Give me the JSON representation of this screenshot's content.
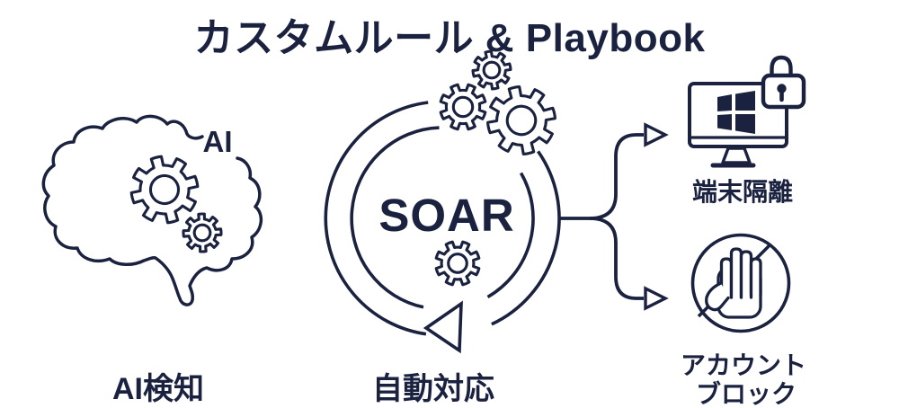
{
  "title": "カスタムルール & Playbook",
  "palette": {
    "ink": "#1a2240",
    "bg": "#ffffff"
  },
  "flow": {
    "detection": {
      "caption": "AI検知",
      "brain_label": "AI"
    },
    "automation": {
      "caption": "自動対応",
      "core_label": "SOAR"
    },
    "outcomes": {
      "isolation": {
        "caption": "端末隔離"
      },
      "block": {
        "caption_line1": "アカウント",
        "caption_line2": "ブロック"
      }
    }
  }
}
